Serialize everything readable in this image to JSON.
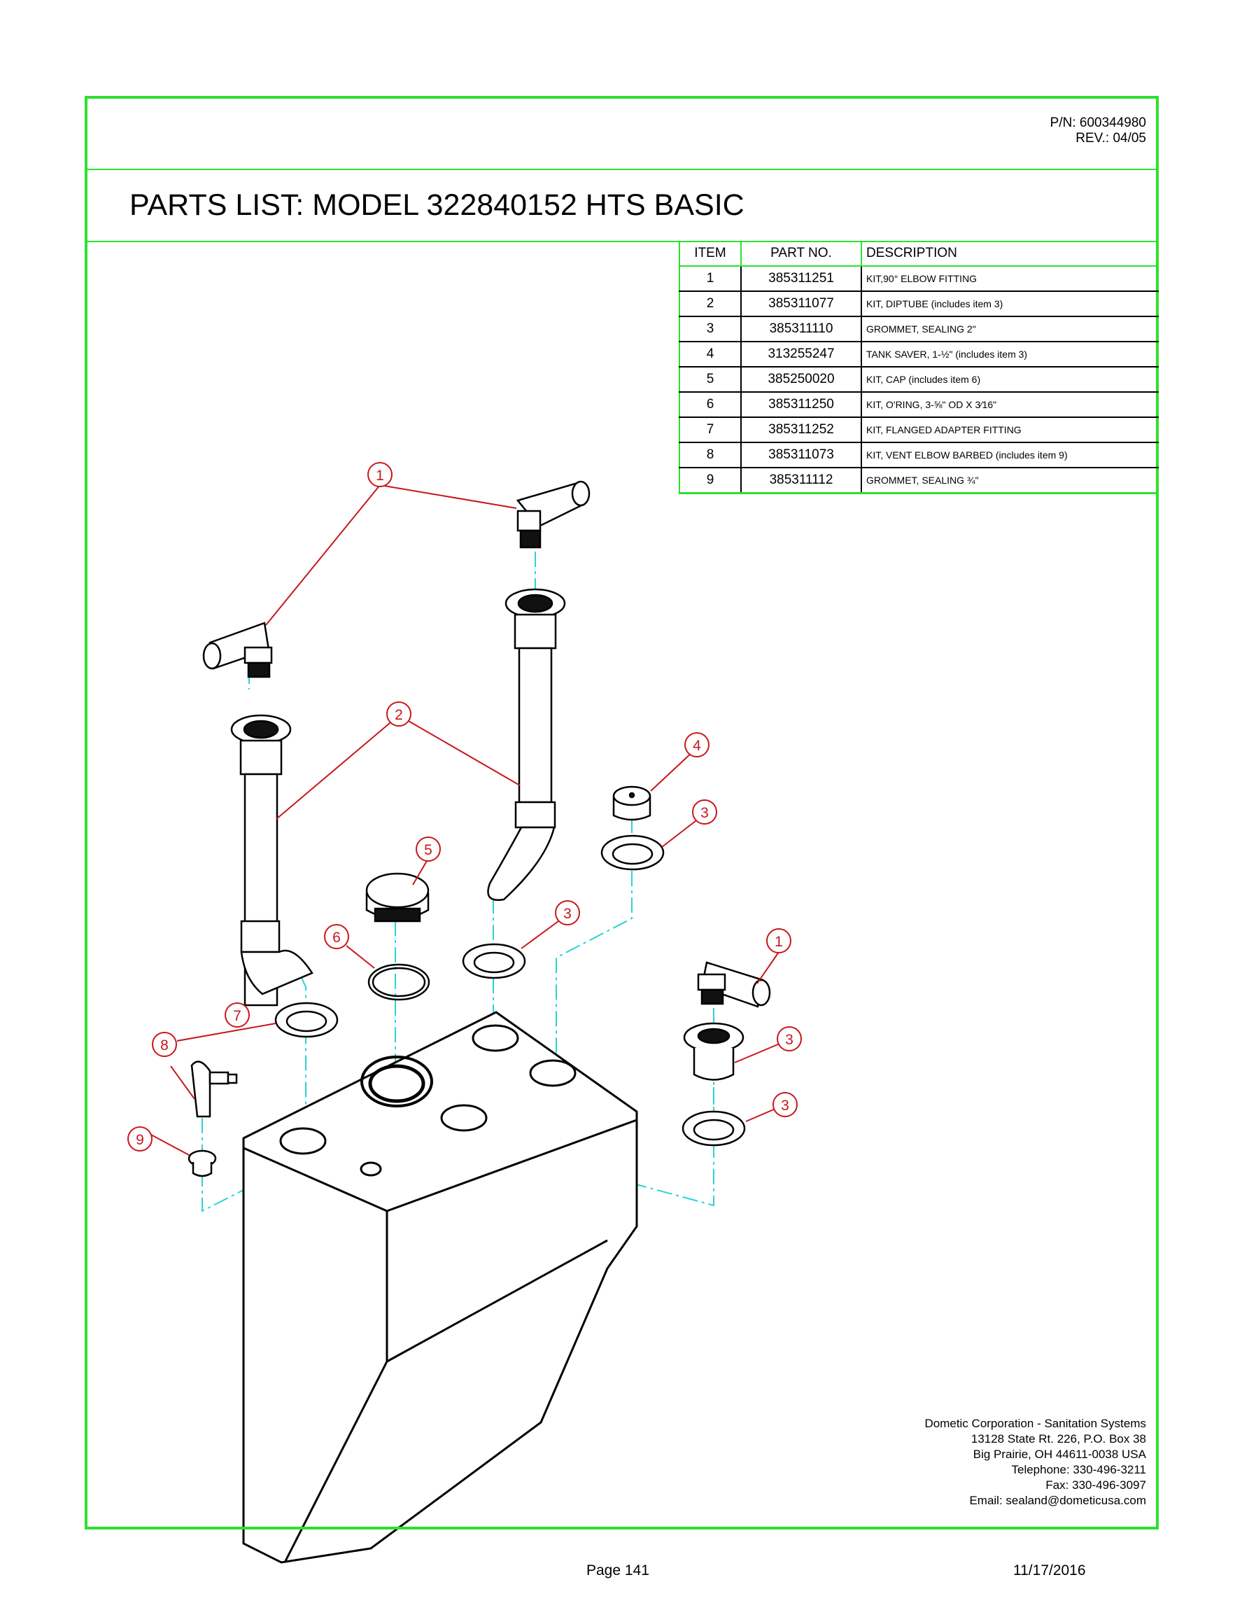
{
  "header": {
    "part_number": "P/N:  600344980",
    "revision": "REV.:  04/05",
    "title": "PARTS LIST:  MODEL 322840152 HTS BASIC"
  },
  "parts_table": {
    "columns": [
      "ITEM",
      "PART NO.",
      "DESCRIPTION"
    ],
    "rows": [
      {
        "item": "1",
        "part_no": "385311251",
        "description": "KIT,90° ELBOW FITTING"
      },
      {
        "item": "2",
        "part_no": "385311077",
        "description": "KIT, DIPTUBE (includes item 3)"
      },
      {
        "item": "3",
        "part_no": "385311110",
        "description": "GROMMET, SEALING 2\""
      },
      {
        "item": "4",
        "part_no": "313255247",
        "description": "TANK SAVER, 1-½\" (includes item 3)"
      },
      {
        "item": "5",
        "part_no": "385250020",
        "description": "KIT, CAP (includes item 6)"
      },
      {
        "item": "6",
        "part_no": "385311250",
        "description": "KIT, O'RING, 3-⅝\" OD X 3⁄16\""
      },
      {
        "item": "7",
        "part_no": "385311252",
        "description": "KIT, FLANGED ADAPTER  FITTING"
      },
      {
        "item": "8",
        "part_no": "385311073",
        "description": "KIT, VENT ELBOW BARBED (includes item 9)"
      },
      {
        "item": "9",
        "part_no": "385311112",
        "description": "GROMMET, SEALING ¾\""
      }
    ]
  },
  "diagram": {
    "callouts": [
      {
        "label": "1"
      },
      {
        "label": "2"
      },
      {
        "label": "4"
      },
      {
        "label": "3"
      },
      {
        "label": "5"
      },
      {
        "label": "3"
      },
      {
        "label": "6"
      },
      {
        "label": "1"
      },
      {
        "label": "3"
      },
      {
        "label": "7"
      },
      {
        "label": "8"
      },
      {
        "label": "3"
      },
      {
        "label": "9"
      }
    ],
    "colors": {
      "callout": "#c8171c",
      "centerline": "#2bd3d3",
      "frame": "#2ee02e",
      "ink": "#000000"
    }
  },
  "company": {
    "name": "Dometic Corporation - Sanitation Systems",
    "address1": "13128 State Rt. 226, P.O. Box 38",
    "address2": "Big Prairie, OH 44611-0038 USA",
    "telephone": "Telephone: 330-496-3211",
    "fax": "Fax: 330-496-3097",
    "email": "Email: sealand@dometicusa.com"
  },
  "footer": {
    "page": "Page 141",
    "date": "11/17/2016"
  }
}
